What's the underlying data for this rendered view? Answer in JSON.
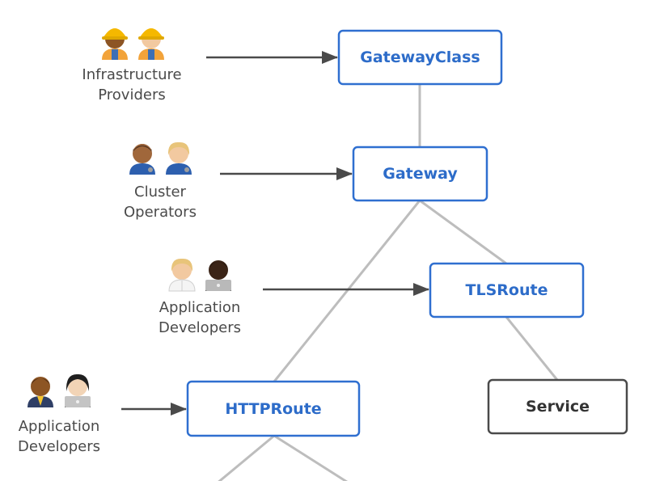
{
  "colors": {
    "resource_stroke": "#2f6fd0",
    "resource_text": "#2d6cc9",
    "service_stroke": "#4a4a4a",
    "service_text": "#333333",
    "connector": "#bdbdbd",
    "arrow": "#4a4a4a",
    "label_text": "#4a4a4a"
  },
  "nodes": {
    "gatewayclass": {
      "label": "GatewayClass"
    },
    "gateway": {
      "label": "Gateway"
    },
    "tlsroute": {
      "label": "TLSRoute"
    },
    "httproute": {
      "label": "HTTPRoute"
    },
    "service": {
      "label": "Service"
    }
  },
  "actors": {
    "infrastructure_providers": {
      "line1": "Infrastructure",
      "line2": "Providers",
      "icons": [
        "construction-worker-icon",
        "construction-worker-icon"
      ]
    },
    "cluster_operators": {
      "line1": "Cluster",
      "line2": "Operators",
      "icons": [
        "mechanic-icon",
        "mechanic-icon"
      ]
    },
    "application_developers_tls": {
      "line1": "Application",
      "line2": "Developers",
      "icons": [
        "health-worker-icon",
        "technologist-icon"
      ]
    },
    "application_developers_http": {
      "line1": "Application",
      "line2": "Developers",
      "icons": [
        "office-worker-icon",
        "technologist-icon"
      ]
    }
  }
}
